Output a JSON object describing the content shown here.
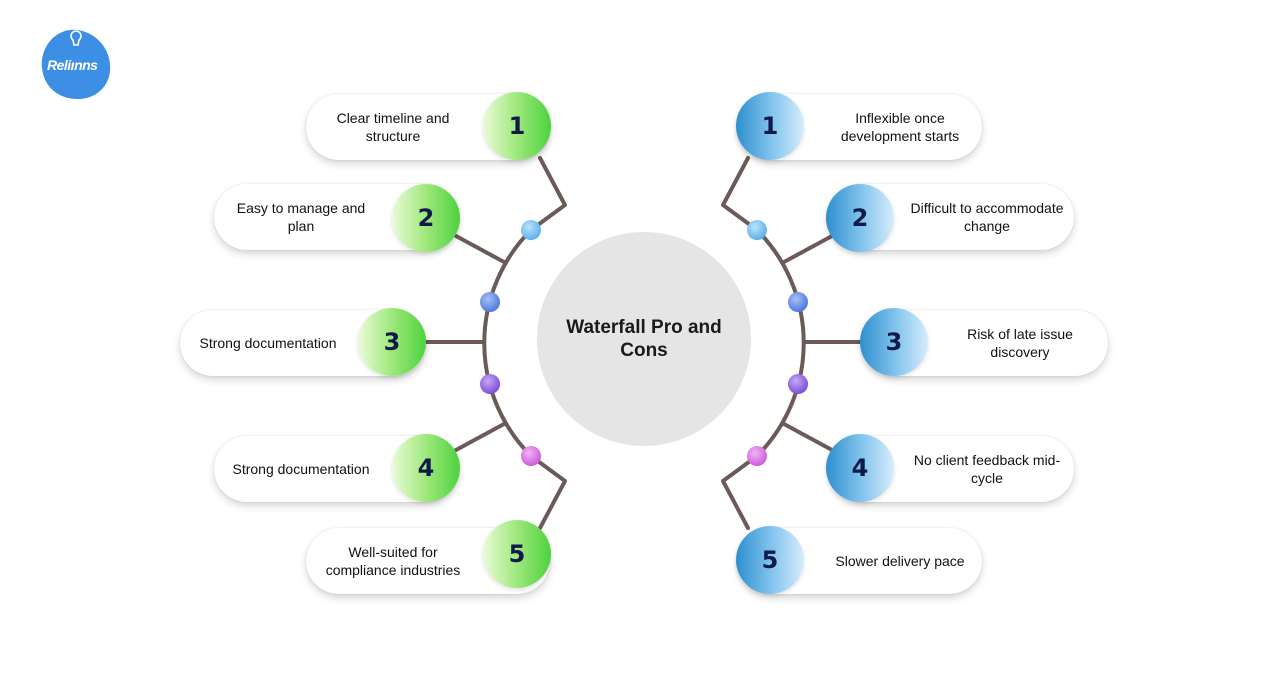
{
  "logo": {
    "text": "Reliınns",
    "color": "#3d8fe6"
  },
  "center": {
    "title": "Waterfall Pro and Cons"
  },
  "pros": [
    {
      "number": "1",
      "text": "Clear timeline and structure"
    },
    {
      "number": "2",
      "text": "Easy to manage and plan"
    },
    {
      "number": "3",
      "text": "Strong documentation"
    },
    {
      "number": "4",
      "text": "Strong documentation"
    },
    {
      "number": "5",
      "text": "Well-suited for compliance industries"
    }
  ],
  "cons": [
    {
      "number": "1",
      "text": "Inflexible once development starts"
    },
    {
      "number": "2",
      "text": "Difficult to accommodate change"
    },
    {
      "number": "3",
      "text": "Risk of late issue discovery"
    },
    {
      "number": "4",
      "text": "No client feedback mid-cycle"
    },
    {
      "number": "5",
      "text": "Slower delivery pace"
    }
  ],
  "colors": {
    "line": "#6b5a58",
    "center_fill": "#e5e5e5",
    "badge_number": "#101a4a",
    "dot_colors": [
      "#7fc3f0",
      "#5d8fe6",
      "#8a63de",
      "#d36be0"
    ]
  }
}
